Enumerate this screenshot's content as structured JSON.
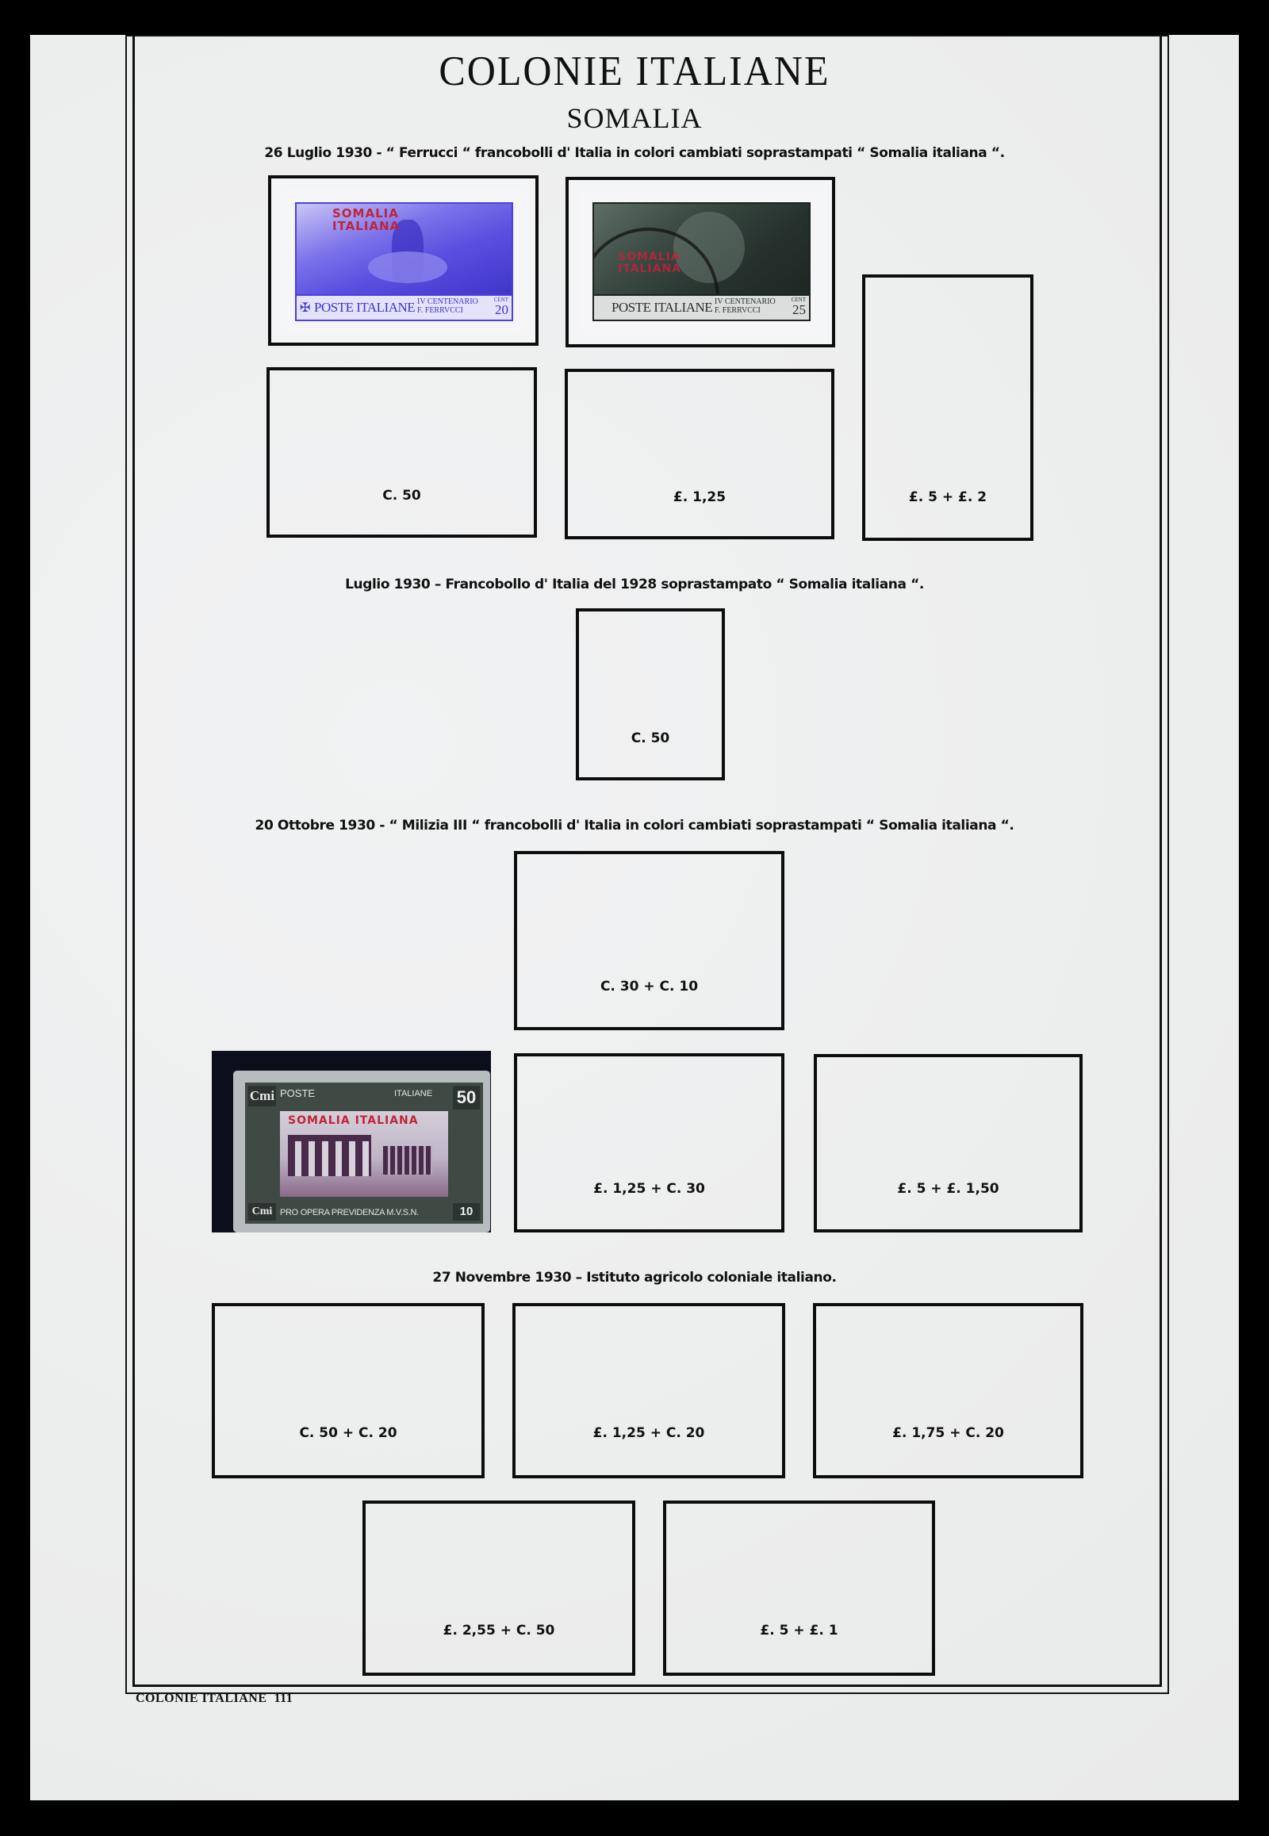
{
  "header": {
    "title": "COLONIE ITALIANE",
    "subtitle": "SOMALIA"
  },
  "sections": [
    {
      "caption": "26 Luglio 1930 - “ Ferrucci “ francobolli d' Italia in colori cambiati soprastampati “ Somalia italiana “.",
      "stamps": [
        {
          "filled": true,
          "color": "#5a4fe0",
          "overprint": [
            "SOMALIA",
            "ITALIANA"
          ],
          "bottom_text": "POSTE ITALIANE",
          "centenary_text": [
            "IV CENTENARIO",
            "F. FERRVCCI"
          ],
          "denomination_unit": "CENT",
          "denomination": "20"
        },
        {
          "filled": true,
          "color": "#2e3a35",
          "overprint": [
            "SOMALIA",
            "ITALIANA"
          ],
          "bottom_text": "POSTE ITALIANE",
          "centenary_text": [
            "IV CENTENARIO",
            "F. FERRVCCI"
          ],
          "denomination_unit": "CENT",
          "denomination": "25"
        },
        {
          "filled": false,
          "value": "C. 50"
        },
        {
          "filled": false,
          "value": "£. 1,25"
        },
        {
          "filled": false,
          "value": "£. 5 + £. 2"
        }
      ]
    },
    {
      "caption": "Luglio 1930 – Francobollo d' Italia del 1928 soprastampato “ Somalia italiana “.",
      "stamps": [
        {
          "filled": false,
          "value": "C. 50"
        }
      ]
    },
    {
      "caption": "20 Ottobre 1930 - “ Milizia III “ francobolli d' Italia in colori cambiati soprastampati “ Somalia italiana “.",
      "stamps": [
        {
          "filled": false,
          "value": "C. 30 + C. 10"
        },
        {
          "filled": true,
          "frame_color": "#3f4a45",
          "center_color": "#4a2a4a",
          "overprint": [
            "SOMALIA ITALIANA"
          ],
          "top_left": "Cmi",
          "top_text_left": "POSTE",
          "top_text_right": "ITALIANE",
          "denomination": "50",
          "bottom_left": "Cmi",
          "bottom_text": "PRO OPERA PREVIDENZA M.V.S.N.",
          "surcharge": "10"
        },
        {
          "filled": false,
          "value": "£. 1,25 + C. 30"
        },
        {
          "filled": false,
          "value": "£. 5 + £. 1,50"
        }
      ]
    },
    {
      "caption": "27 Novembre 1930 – Istituto agricolo coloniale italiano.",
      "stamps": [
        {
          "filled": false,
          "value": "C. 50 + C. 20"
        },
        {
          "filled": false,
          "value": "£. 1,25 + C. 20"
        },
        {
          "filled": false,
          "value": "£. 1,75 + C. 20"
        },
        {
          "filled": false,
          "value": "£. 2,55 + C. 50"
        },
        {
          "filled": false,
          "value": "£. 5 + £. 1"
        }
      ]
    }
  ],
  "footer": {
    "label": "COLONIE ITALIANE  111"
  }
}
